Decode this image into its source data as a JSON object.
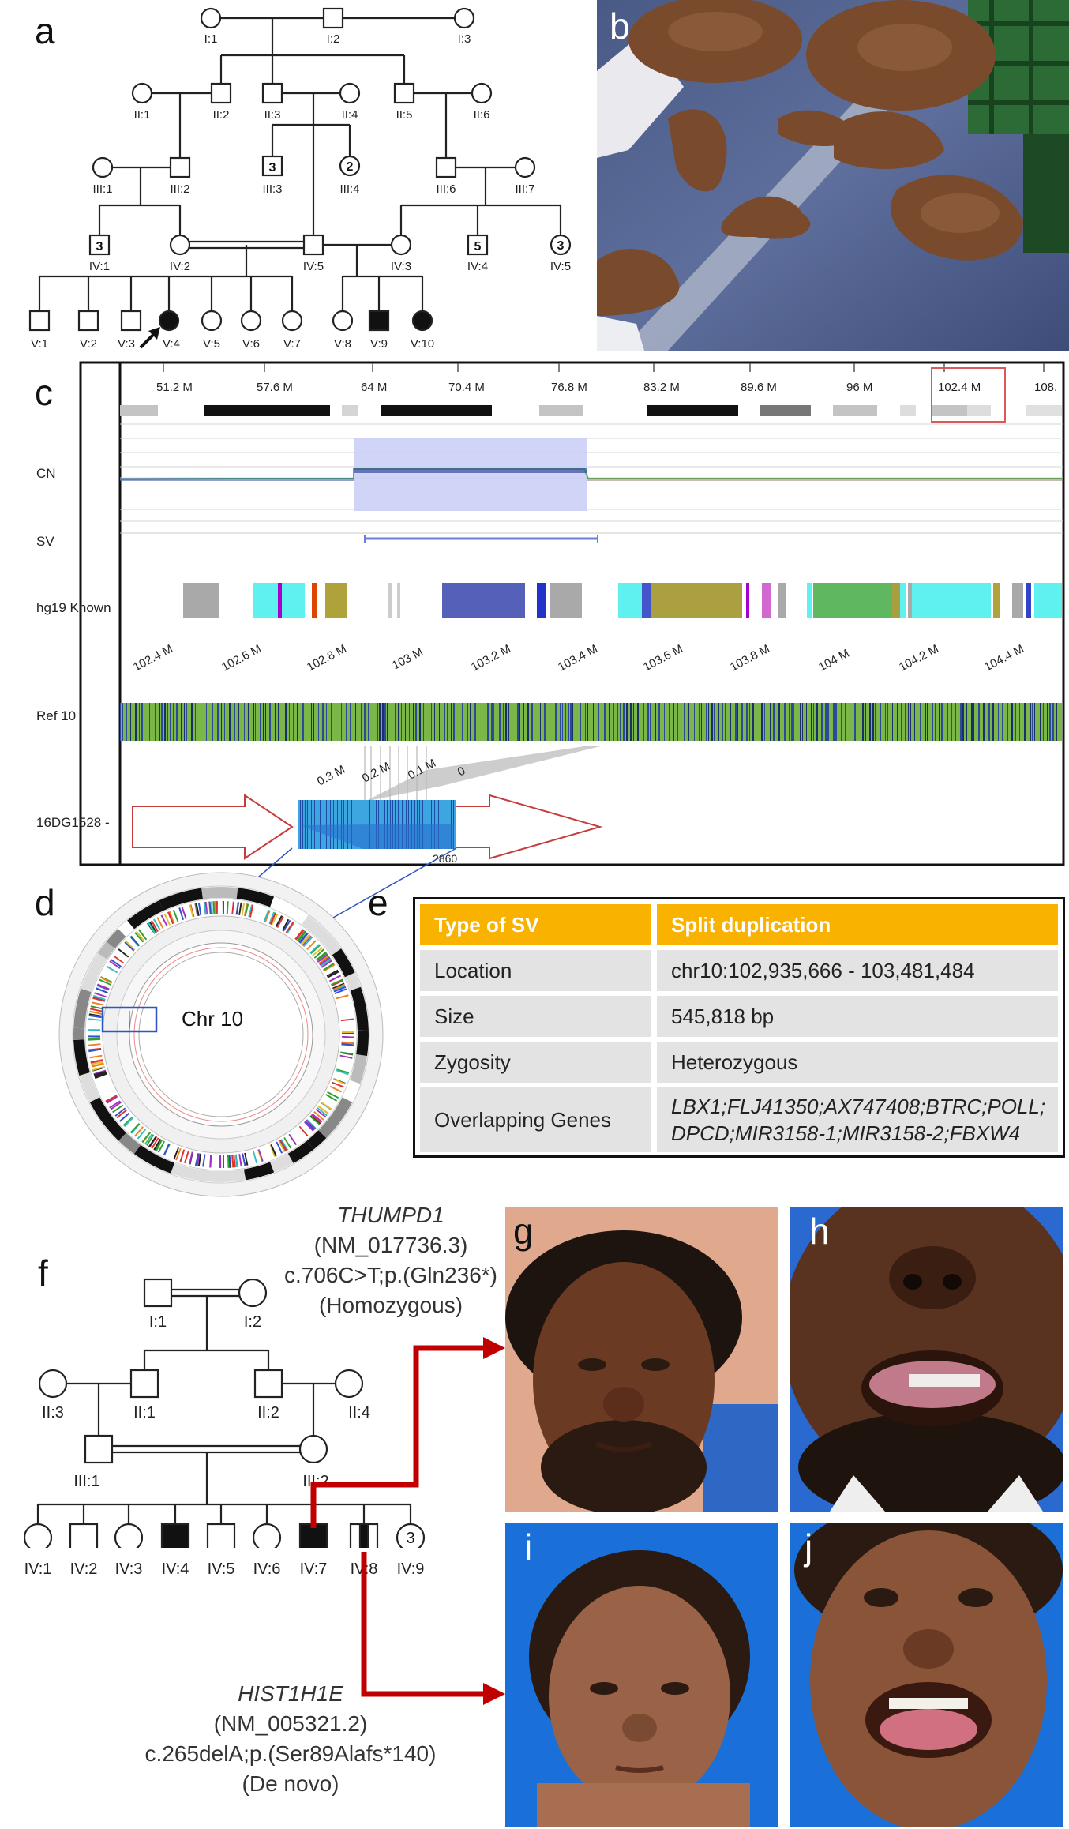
{
  "panel_letters": {
    "a": "a",
    "b": "b",
    "c": "c",
    "d": "d",
    "e": "e",
    "f": "f",
    "g": "g",
    "h": "h",
    "i": "i",
    "j": "j"
  },
  "pedigree_a": {
    "gen1": [
      "I:1",
      "I:2",
      "I:3"
    ],
    "gen2": [
      "II:1",
      "II:2",
      "II:3",
      "II:4",
      "II:5",
      "II:6"
    ],
    "gen3": [
      "III:1",
      "III:2",
      "III:3",
      "III:4",
      "III:6",
      "III:7"
    ],
    "gen3_counts": {
      "III:3": "3",
      "III:4": "2"
    },
    "gen4": [
      "IV:1",
      "IV:2",
      "IV:5",
      "IV:3",
      "IV:4",
      "IV:5"
    ],
    "gen4_counts": {
      "IV:1": "3",
      "IV:4": "5",
      "IV:5": "3"
    },
    "gen5": [
      "V:1",
      "V:2",
      "V:3",
      "V:4",
      "V:5",
      "V:6",
      "V:7",
      "V:8",
      "V:9",
      "V:10"
    ]
  },
  "genome_view": {
    "top_scale": [
      "51.2 M",
      "57.6 M",
      "64 M",
      "70.4 M",
      "76.8 M",
      "83.2 M",
      "89.6 M",
      "96 M",
      "102.4 M",
      "108."
    ],
    "track_labels": {
      "cn": "CN",
      "sv": "SV",
      "known": "hg19 Known",
      "ref": "Ref 10",
      "sample": "16DG1528 -"
    },
    "ref_scale": [
      "102.4 M",
      "102.6 M",
      "102.8 M",
      "103 M",
      "103.2 M",
      "103.4 M",
      "103.6 M",
      "103.8 M",
      "104 M",
      "104.2 M",
      "104.4 M"
    ],
    "sample_scale": [
      "0.3 M",
      "0.2 M",
      "0.1 M",
      "0"
    ],
    "sample_label_value": "2860"
  },
  "circos": {
    "label": "Chr 10"
  },
  "sv_table": {
    "header": {
      "col1": "Type of SV",
      "col2": "Split duplication"
    },
    "rows": [
      {
        "k": "Location",
        "v": "chr10:102,935,666 - 103,481,484"
      },
      {
        "k": "Size",
        "v": "545,818 bp"
      },
      {
        "k": "Zygosity",
        "v": "Heterozygous"
      },
      {
        "k": "Overlapping Genes",
        "v1": "LBX1;FLJ41350;AX747408;BTRC;POLL;",
        "v2": "DPCD;MIR3158-1;MIR3158-2;FBXW4"
      }
    ]
  },
  "pedigree_f": {
    "labels": [
      "I:1",
      "I:2",
      "II:3",
      "II:1",
      "II:2",
      "II:4",
      "III:1",
      "III:2",
      "IV:1",
      "IV:2",
      "IV:3",
      "IV:4",
      "IV:5",
      "IV:6",
      "IV:7",
      "IV:8",
      "IV:9"
    ],
    "count_iv9": "3"
  },
  "variant_1": {
    "gene": "THUMPD1",
    "transcript": "(NM_017736.3)",
    "change": "c.706C>T;p.(Gln236*)",
    "zygosity": "(Homozygous)"
  },
  "variant_2": {
    "gene": "HIST1H1E",
    "transcript": "(NM_005321.2)",
    "change": "c.265delA;p.(Ser89Alafs*140)",
    "zygosity": "(De novo)"
  },
  "colors": {
    "arrow_red": "#c00000",
    "table_header": "#f9b200",
    "table_body": "#e3e3e3",
    "cn_highlight": "#c8cdf4",
    "ref_green": "#7ab648",
    "ref_blue": "#2c4a9a"
  }
}
